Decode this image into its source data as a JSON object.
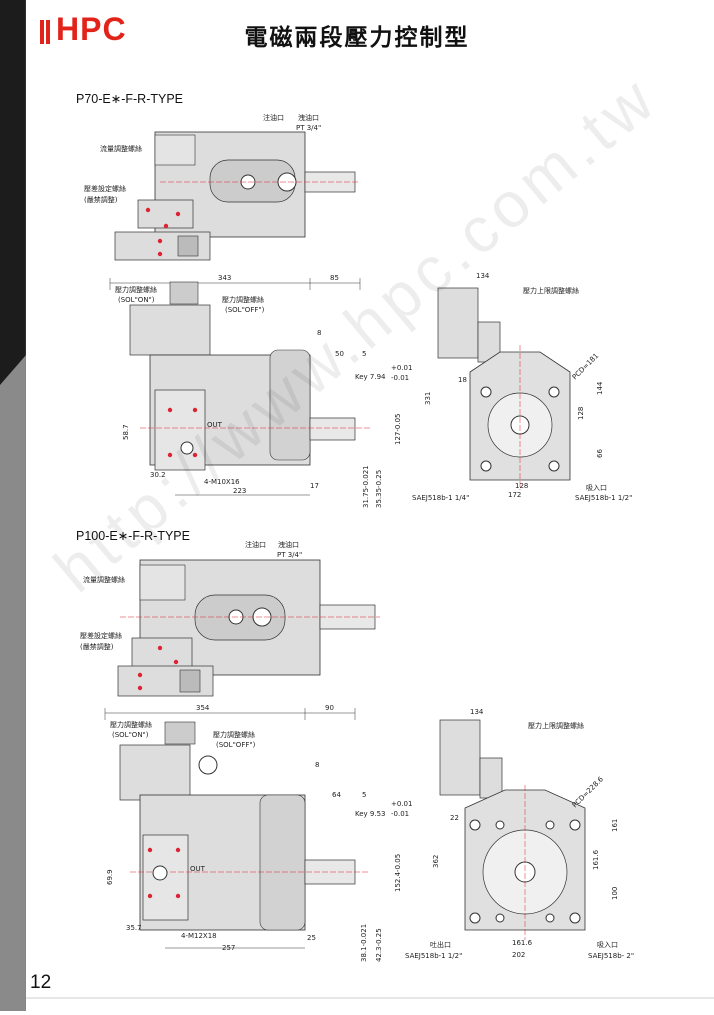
{
  "brand": {
    "logo_text": "HPC"
  },
  "page_title": "電磁兩段壓力控制型",
  "page_number": "12",
  "watermark": "http://www.hpc.com.tw",
  "section1": {
    "model": "P70-E∗-F-R-TYPE",
    "top_labels": {
      "fill_port": "注油口",
      "drain_port": "洩油口",
      "drain_thread": "PT 3/4\"",
      "flow_screw": "流量調整螺絲",
      "diff_screw": "壓差設定螺絲",
      "diff_note": "(嚴禁調整)"
    },
    "side_labels": {
      "pressure_screw": "壓力調整螺絲",
      "sol_on": "(SOL\"ON\")",
      "pressure_screw2": "壓力調整螺絲",
      "sol_off": "(SOL\"OFF\")",
      "out": "OUT",
      "bolt": "4-M10X16",
      "key": "Key 7.94",
      "key_tol_plus": "+0.01",
      "key_tol_minus": "-0.01"
    },
    "side_dims": [
      "343",
      "85",
      "8",
      "50",
      "5",
      "58.7",
      "30.2",
      "223",
      "17",
      "127-0.05",
      "31.75-0.021",
      "35.35-0.25"
    ],
    "front_labels": {
      "upper_limit": "壓力上限調整螺絲",
      "inlet": "吸入口",
      "sae_out": "SAEJ518b-1 1/4\"",
      "sae_in": "SAEJ518b-1 1/2\""
    },
    "front_dims": [
      "134",
      "331",
      "18",
      "PCD=181",
      "144",
      "128",
      "66",
      "128",
      "172"
    ]
  },
  "section2": {
    "model": "P100-E∗-F-R-TYPE",
    "top_labels": {
      "fill_port": "注油口",
      "drain_port": "洩油口",
      "drain_thread": "PT 3/4\"",
      "flow_screw": "流量調整螺絲",
      "diff_screw": "壓差設定螺絲",
      "diff_note": "(嚴禁調整)"
    },
    "side_labels": {
      "pressure_screw": "壓力調整螺絲",
      "sol_on": "(SOL\"ON\")",
      "pressure_screw2": "壓力調整螺絲",
      "sol_off": "(SOL\"OFF\")",
      "out": "OUT",
      "bolt": "4-M12X18",
      "key": "Key 9.53",
      "key_tol_plus": "+0.01",
      "key_tol_minus": "-0.01"
    },
    "side_dims": [
      "354",
      "90",
      "8",
      "64",
      "5",
      "69.9",
      "35.7",
      "257",
      "25",
      "152.4-0.05",
      "38.1-0.021",
      "42.3-0.25"
    ],
    "front_labels": {
      "upper_limit": "壓力上限調整螺絲",
      "outlet": "吐出口",
      "inlet": "吸入口",
      "sae_out": "SAEJ518b-1 1/2\"",
      "sae_in": "SAEJ518b- 2\""
    },
    "front_dims": [
      "134",
      "362",
      "22",
      "PCD=228.6",
      "161",
      "161.6",
      "100",
      "161.6",
      "202"
    ]
  },
  "colors": {
    "logo_red": "#e2231a",
    "pump_fill": "#d9d9d9",
    "center_line": "#d23"
  }
}
